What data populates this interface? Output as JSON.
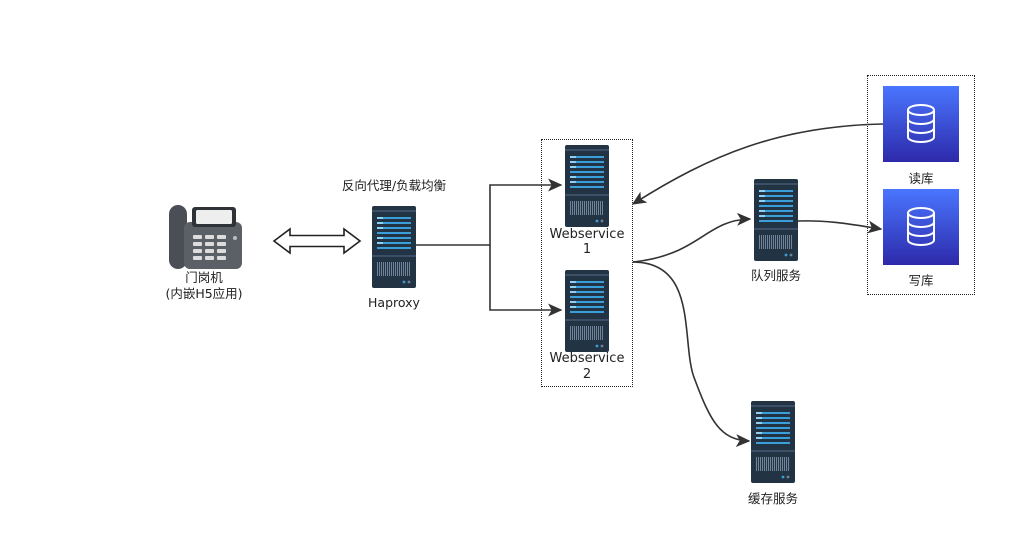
{
  "nodes": {
    "phone_name": "门岗机",
    "phone_sub": "(内嵌H5应用)",
    "haproxy_caption": "反向代理/负载均衡",
    "haproxy_name": "Haproxy",
    "ws1_line1": "Webservice",
    "ws1_line2": "1",
    "ws2_line1": "Webservice",
    "ws2_line2": "2",
    "queue_name": "队列服务",
    "cache_name": "缓存服务",
    "db_read_name": "读库",
    "db_write_name": "写库"
  },
  "colors": {
    "server_body": "#223344",
    "server_accent": "#3a9fd8",
    "db_top": "#4a76ff",
    "db_bottom": "#2d2aaa",
    "line": "#333333"
  },
  "icons": {
    "phone": "desk-phone-icon",
    "server": "server-rack-icon",
    "database": "database-icon"
  }
}
